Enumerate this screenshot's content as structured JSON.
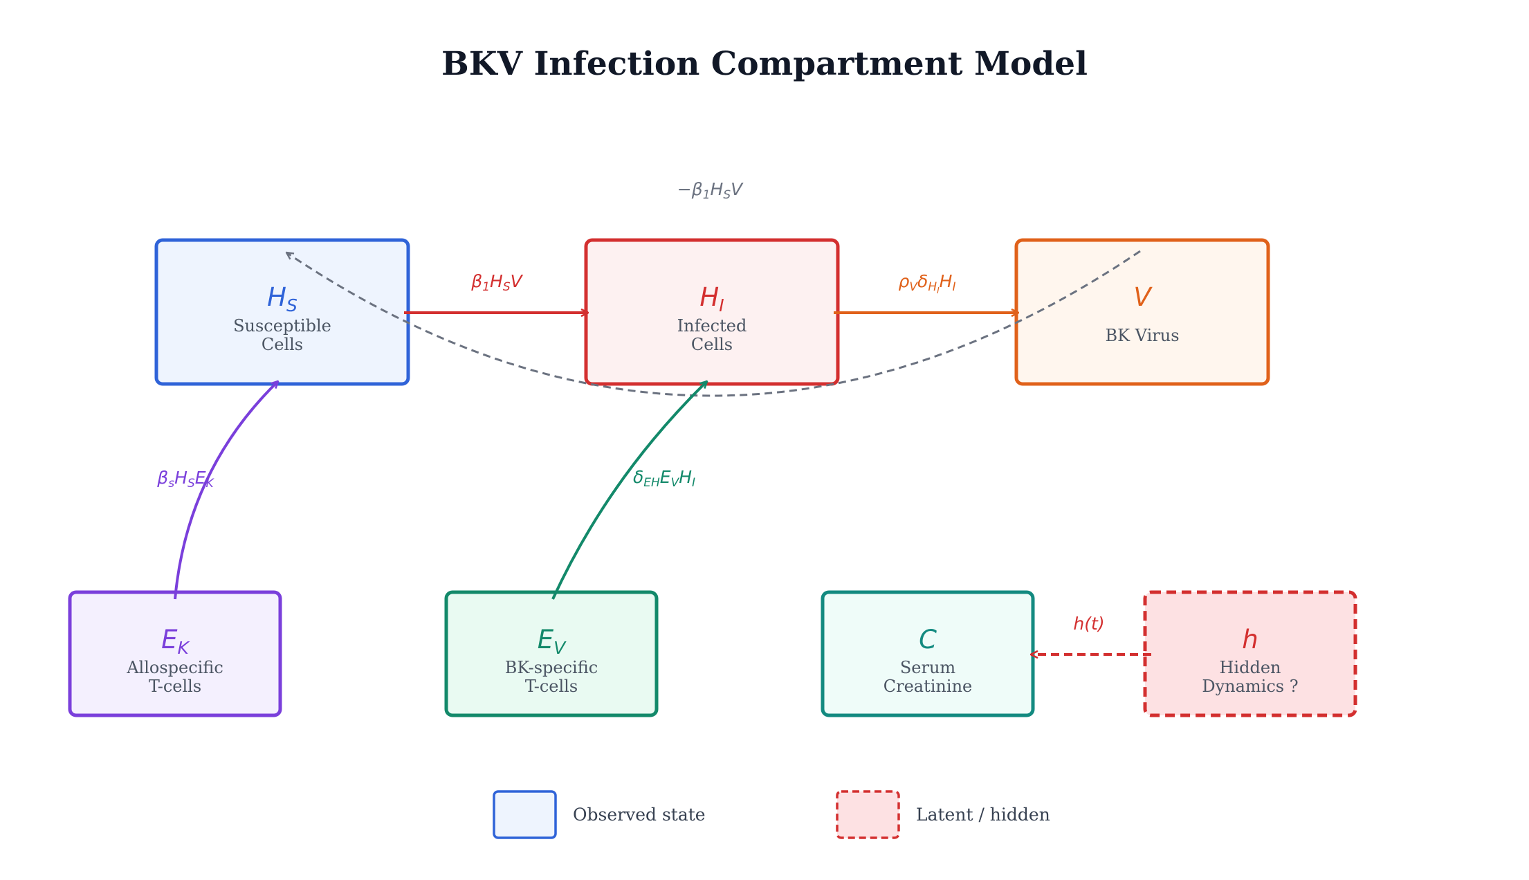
{
  "title": "BKV Infection Compartment Model",
  "colors": {
    "blue": "#2f63d8",
    "red": "#d32f2f",
    "orange": "#e0611a",
    "purple": "#7a3fdb",
    "green": "#13896a",
    "teal": "#138a80",
    "gray": "#6b7280"
  },
  "nodes": {
    "hs": {
      "symbol": "H",
      "subscript": "S",
      "line1": "Susceptible",
      "line2": "Cells"
    },
    "hi": {
      "symbol": "H",
      "subscript": "I",
      "line1": "Infected",
      "line2": "Cells"
    },
    "v": {
      "symbol": "V",
      "line1": "BK Virus"
    },
    "ek": {
      "symbol": "E",
      "subscript": "K",
      "line1": "Allospecific",
      "line2": "T-cells"
    },
    "ev": {
      "symbol": "E",
      "subscript": "V",
      "line1": "BK-specific",
      "line2": "T-cells"
    },
    "c": {
      "symbol": "C",
      "line1": "Serum",
      "line2": "Creatinine"
    },
    "h": {
      "symbol": "h",
      "line1": "Hidden",
      "line2": "Dynamics  ?"
    }
  },
  "rates": {
    "infection": {
      "a": "β",
      "a_sub": "1",
      "b": "H",
      "b_sub": "S",
      "c": "V"
    },
    "production": {
      "a": "ρ",
      "a_sub": "V",
      "b": "δ",
      "b_sub": "H",
      "b_subsub": "I",
      "c": "H",
      "c_sub": "I"
    },
    "feedback": {
      "minus": "−",
      "a": "β",
      "a_sub": "1",
      "b": "H",
      "b_sub": "S",
      "c": "V"
    },
    "allo": {
      "a": "β",
      "a_sub": "s",
      "b": "H",
      "b_sub": "S",
      "c": "E",
      "c_sub": "K"
    },
    "killing": {
      "a": "δ",
      "a_sub": "EH",
      "b": "E",
      "b_sub": "V",
      "c": "H",
      "c_sub": "I"
    },
    "hidden": {
      "text": "h(t)"
    }
  },
  "legend": {
    "observed": "Observed state",
    "latent": "Latent / hidden"
  }
}
